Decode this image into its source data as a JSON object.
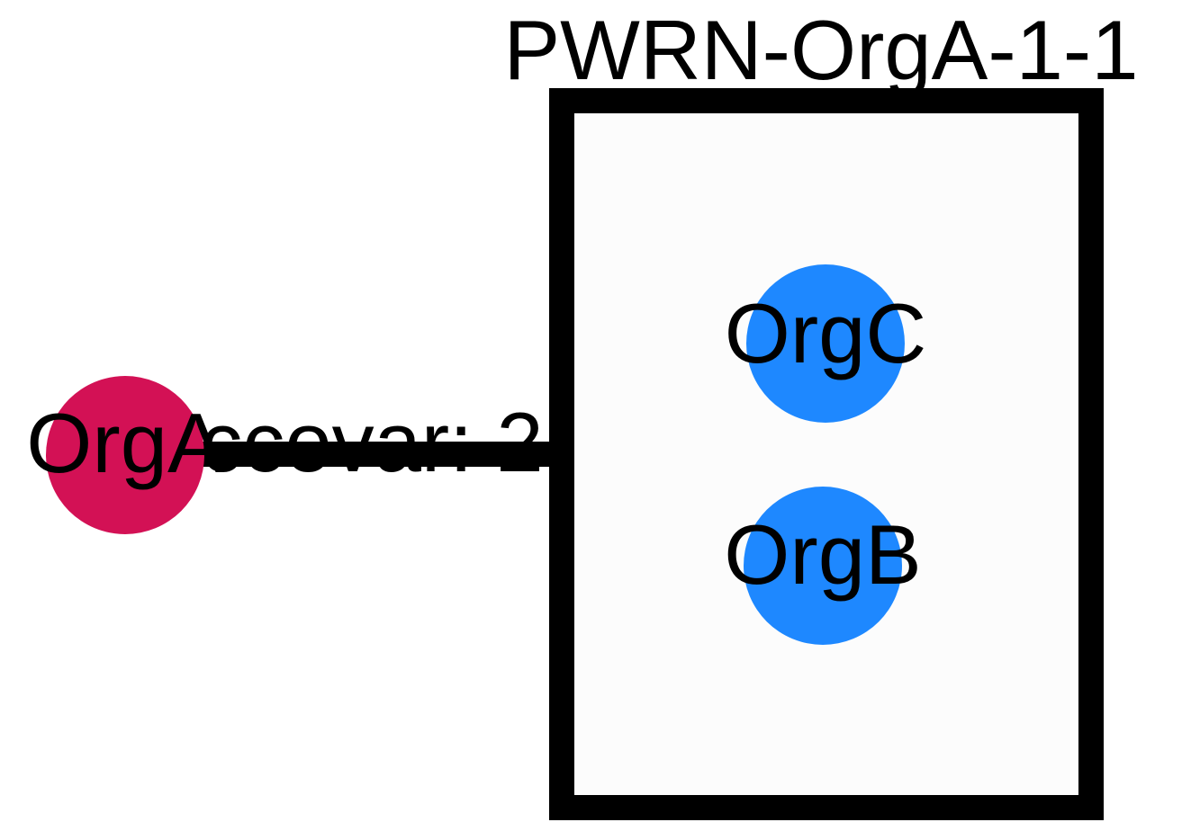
{
  "group": {
    "title": "PWRN-OrgA-1-1",
    "fill_color": "#fcfcfc",
    "border_color": "#000000"
  },
  "nodes": [
    {
      "key": "orga",
      "label": "OrgA",
      "color": "#d31155"
    },
    {
      "key": "orgc",
      "label": "OrgC",
      "color": "#1e88ff"
    },
    {
      "key": "orgb",
      "label": "OrgB",
      "color": "#1e88ff"
    }
  ],
  "edge": {
    "label": "ccovar: 2",
    "color": "#000000"
  }
}
